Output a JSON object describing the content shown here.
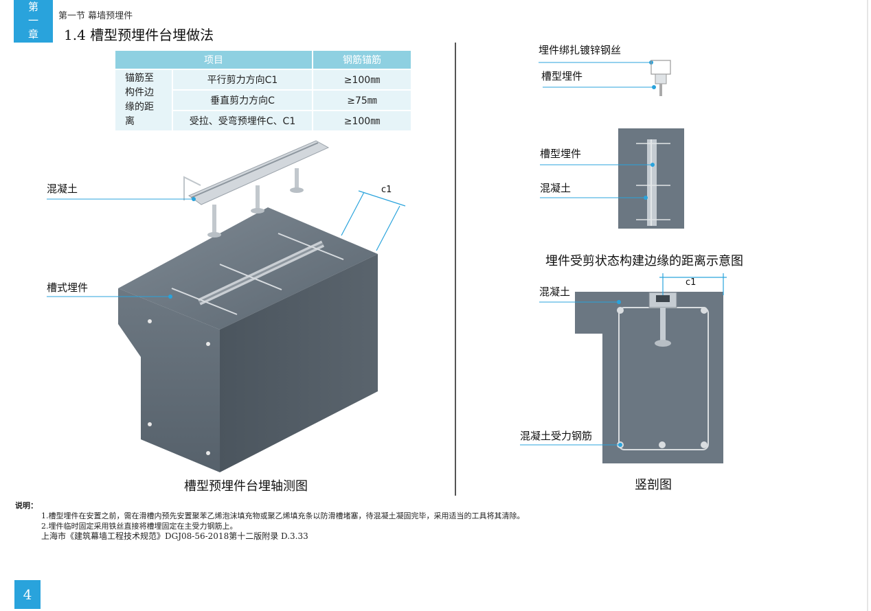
{
  "chapter_tab": [
    "第",
    "一",
    "章"
  ],
  "section_title": "第一节 幕墙预埋件",
  "heading": "1.4 槽型预埋件台埋做法",
  "table": {
    "headers": [
      "项目",
      "钢筋锚筋"
    ],
    "row_group": "锚筋至构件边缘的距离",
    "row_group_lines": [
      "锚筋至",
      "构件边",
      "缘的距",
      "离"
    ],
    "rows": [
      {
        "item": "平行剪力方向C1",
        "value": "≥100㎜"
      },
      {
        "item": "垂直剪力方向C",
        "value": "≥75㎜"
      },
      {
        "item": "受拉、受弯预埋件C、C1",
        "value": "≥100㎜"
      }
    ]
  },
  "left_figure": {
    "label_concrete": "混凝土",
    "label_embed": "槽式埋件",
    "dim_c1": "c1",
    "caption": "槽型预埋件台埋轴测图"
  },
  "right_top": {
    "label_wire": "埋件绑扎镀锌钢丝",
    "label_embed": "槽型埋件"
  },
  "right_mid": {
    "label_embed": "槽型埋件",
    "label_concrete": "混凝土",
    "caption": "埋件受剪状态构建边缘的距离示意图"
  },
  "right_bottom": {
    "label_concrete": "混凝土",
    "label_rebar": "混凝土受力钢筋",
    "dim_c1": "c1",
    "caption": "竖剖图"
  },
  "notes": {
    "title": "说明：",
    "lines": [
      "1.槽型埋件在安置之前，需在滑槽内预先安置聚苯乙烯泡沫填充物或聚乙烯填充条以防滑槽堵塞，待混凝土凝固完毕，采用适当的工具将其清除。",
      "2.埋件临时固定采用铁丝直接将槽埋固定在主受力钢筋上。",
      "上海市《建筑幕墙工程技术规范》DGJ08-56-2018第十二版附录 D.3.33"
    ]
  },
  "page_number": "4",
  "colors": {
    "accent": "#29a3dc",
    "table_header": "#8ed0e1",
    "table_cell": "#e6f4f8",
    "concrete": "#6b7782",
    "leader": "#29a3dc"
  }
}
